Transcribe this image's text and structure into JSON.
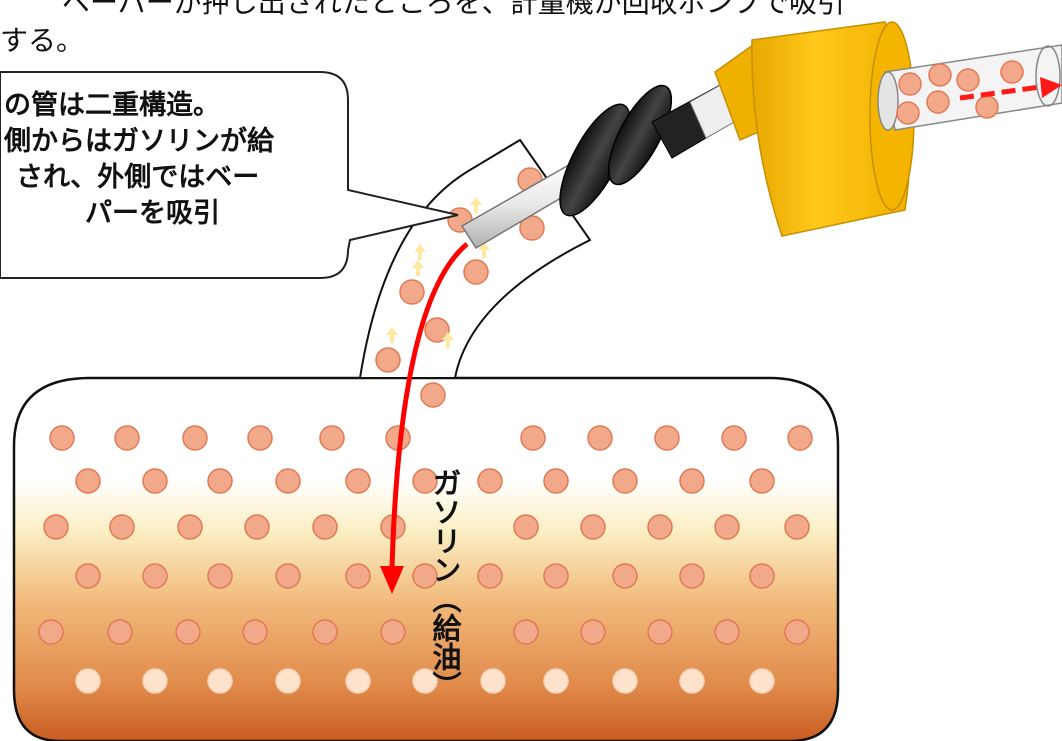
{
  "intro": {
    "line1": "ベーパーが押し出されたところを、計量機が回收ポンプで吸引",
    "line2": "する。"
  },
  "callout": {
    "line1": "の管は二重構造。",
    "line2": "側からはガソリンが給",
    "line3": "され、外側ではベー",
    "line4": "パーを吸引"
  },
  "fuel_label": "ガソリン（給油）",
  "colors": {
    "particle_fill": "#f2a98a",
    "particle_stroke": "#e07a55",
    "gasoline_arrow": "#ff0000",
    "nozzle_yellow": "#f5b800",
    "nozzle_black": "#222222",
    "tank_top": "#fff8e6",
    "tank_bottom": "#c85a1e",
    "vapor_arrow": "#ffe8a0"
  }
}
